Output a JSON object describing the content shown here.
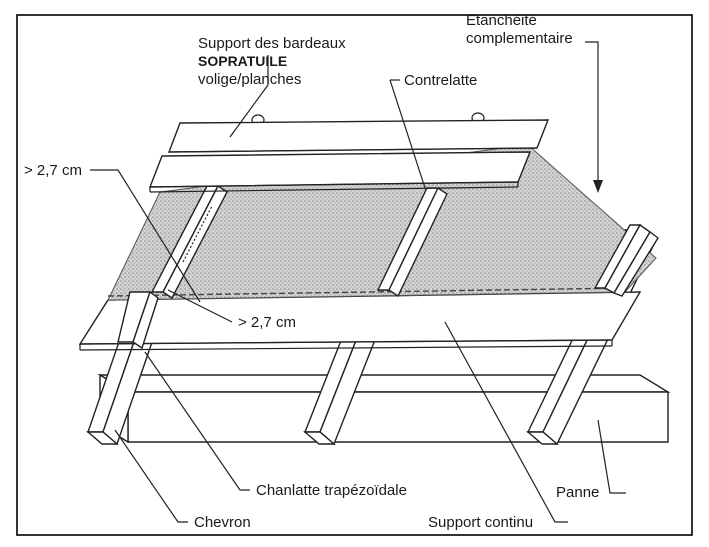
{
  "labels": {
    "support_line1": "Support des bardeaux",
    "support_line2": "SOPRATUILE",
    "support_line3": "volige/planches",
    "etancheite_line1": "Etanchéité",
    "etancheite_line2": "complementaire",
    "contrelatte": "Contrelatte",
    "dim_top": "> 2,7 cm",
    "dim_mid": "> 2,7 cm",
    "chanlatte": "Chanlatte trapézoïdale",
    "chevron": "Chevron",
    "support_continu": "Support continu",
    "panne": "Panne"
  },
  "colors": {
    "frame": "#000000",
    "line": "#222222",
    "membrane": "#c9c9c9",
    "wood": "#ffffff"
  }
}
